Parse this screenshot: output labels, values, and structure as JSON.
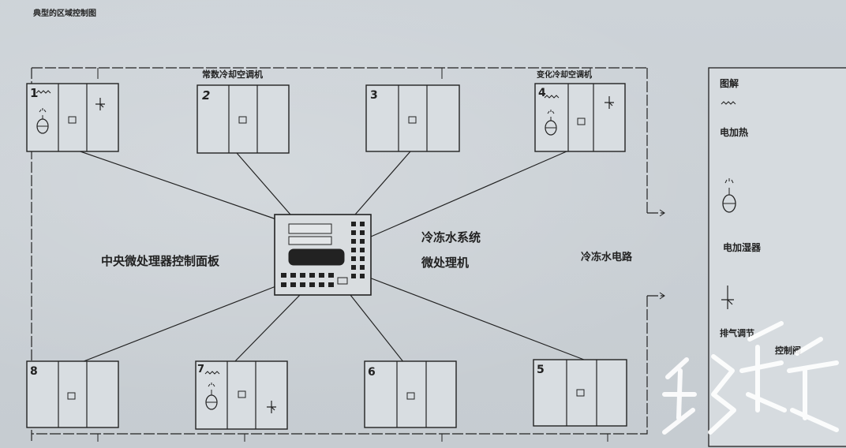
{
  "figure_title": "典型的区域控制图",
  "units": [
    {
      "number": "1",
      "heater": true,
      "humidifier": true,
      "valve": true
    },
    {
      "number": "2",
      "heater": false,
      "humidifier": false,
      "valve": false
    },
    {
      "number": "3",
      "heater": false,
      "humidifier": false,
      "valve": false
    },
    {
      "number": "4",
      "heater": true,
      "humidifier": true,
      "valve": true
    },
    {
      "number": "8",
      "heater": false,
      "humidifier": false,
      "valve": false
    },
    {
      "number": "7",
      "heater": true,
      "humidifier": true,
      "valve": true
    },
    {
      "number": "6",
      "heater": false,
      "humidifier": false,
      "valve": false
    },
    {
      "number": "5",
      "heater": false,
      "humidifier": false,
      "valve": false
    }
  ],
  "labels": {
    "constant_cooling": "常数冷却空调机",
    "variable_cooling": "变化冷却空调机",
    "central_panel": "中央微处理器控制面板",
    "chilled_system_line1": "冷冻水系统",
    "chilled_system_line2": "微处理机",
    "chilled_circuit": "冷冻水电路"
  },
  "legend": {
    "title": "图解",
    "heater": "电加热",
    "humidifier": "电加湿器",
    "valve_line1": "排气调节",
    "valve_line2": "控制阀"
  }
}
